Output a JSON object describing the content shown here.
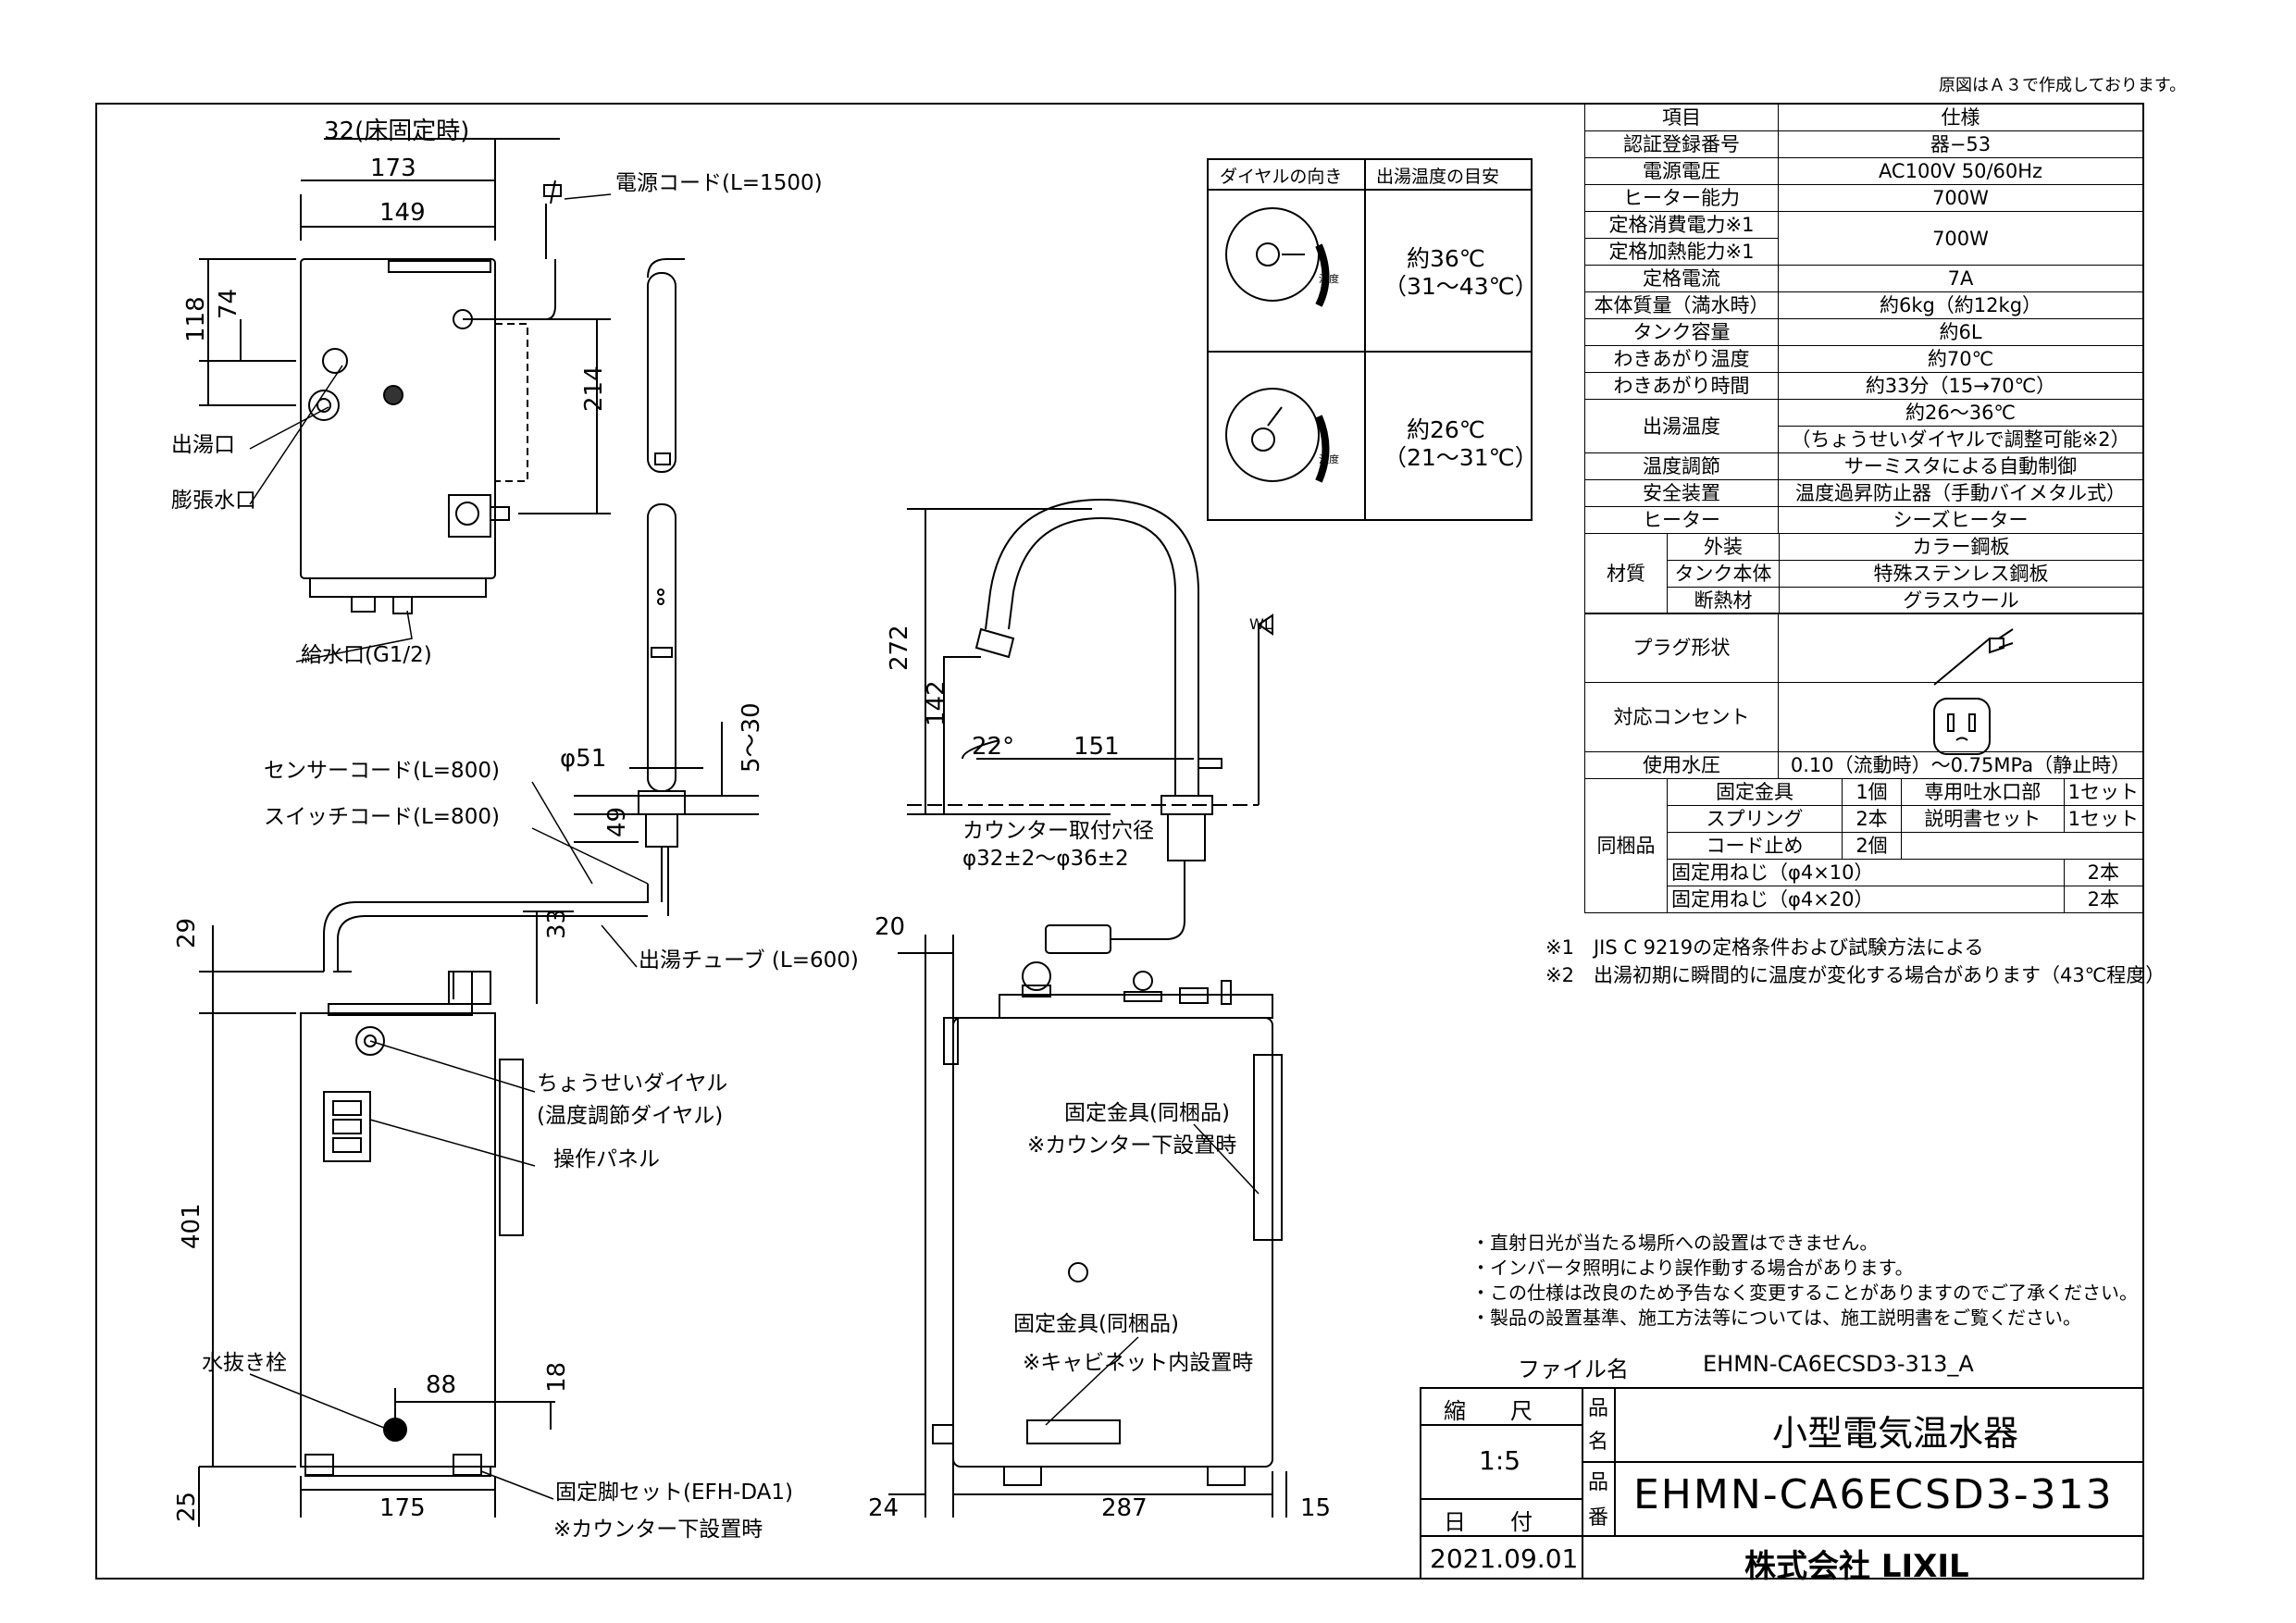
{
  "header_note": "原図はＡ３で作成しております。",
  "spec_table": {
    "header": [
      "項目",
      "仕様"
    ],
    "rows": [
      [
        "認証登録番号",
        "器−53"
      ],
      [
        "電源電圧",
        "AC100V 50/60Hz"
      ],
      [
        "ヒーター能力",
        "700W"
      ],
      [
        "定格消費電力※1",
        "700W"
      ],
      [
        "定格加熱能力※1",
        ""
      ],
      [
        "定格電流",
        "7A"
      ],
      [
        "本体質量（満水時）",
        "約6kg（約12kg）"
      ],
      [
        "タンク容量",
        "約6L"
      ],
      [
        "わきあがり温度",
        "約70℃"
      ],
      [
        "わきあがり時間",
        "約33分（15→70℃）"
      ],
      [
        "出湯温度",
        "約26〜36℃"
      ],
      [
        "",
        "（ちょうせいダイヤルで調整可能※2）"
      ],
      [
        "温度調節",
        "サーミスタによる自動制御"
      ],
      [
        "安全装置",
        "温度過昇防止器（手動バイメタル式）"
      ],
      [
        "ヒーター",
        "シーズヒーター"
      ]
    ],
    "material_label": "材質",
    "material_rows": [
      [
        "外装",
        "カラー鋼板"
      ],
      [
        "タンク本体",
        "特殊ステンレス鋼板"
      ],
      [
        "断熱材",
        "グラスウール"
      ]
    ],
    "plug_label": "プラグ形状",
    "outlet_label": "対応コンセント",
    "pressure_label": "使用水圧",
    "pressure_value": "0.10（流動時）〜0.75MPa（静止時）",
    "bundle_label": "同梱品",
    "bundle_rows": [
      [
        "固定金具",
        "1個",
        "専用吐水口部",
        "1セット"
      ],
      [
        "スプリング",
        "2本",
        "説明書セット",
        "1セット"
      ],
      [
        "コード止め",
        "2個",
        "",
        ""
      ],
      [
        "固定用ねじ（φ4×10）",
        "",
        "",
        "2本"
      ],
      [
        "固定用ねじ（φ4×20）",
        "",
        "",
        "2本"
      ]
    ]
  },
  "notes_star": [
    "※1　JIS C 9219の定格条件および試験方法による",
    "※2　出湯初期に瞬間的に温度が変化する場合があります（43℃程度）"
  ],
  "dial_table": {
    "header": [
      "ダイヤルの向き",
      "出湯温度の目安"
    ],
    "rows": [
      {
        "temp": "約36℃",
        "range": "（31〜43℃）"
      },
      {
        "temp": "約26℃",
        "range": "（21〜31℃）"
      }
    ]
  },
  "notes_bullets": [
    "・直射日光が当たる場所への設置はできません。",
    "・インバータ照明により誤作動する場合があります。",
    "・この仕様は改良のため予告なく変更することがありますのでご了承ください。",
    "・製品の設置基準、施工方法等については、施工説明書をご覧ください。"
  ],
  "title_block": {
    "file_label": "ファイル名",
    "file_name": "EHMN-CA6ECSD3-313_A",
    "scale_label": "縮　　尺",
    "scale_value": "1:5",
    "date_label": "日　　付",
    "date_value": "2021.09.01",
    "name_label_1": "品",
    "name_label_2": "名",
    "number_label_1": "品",
    "number_label_2": "番",
    "product_name": "小型電気温水器",
    "product_number": "EHMN-CA6ECSD3-313",
    "company": "株式会社 LIXIL"
  },
  "dimensions": {
    "d32": "32(床固定時)",
    "d173": "173",
    "d149": "149",
    "d118": "118",
    "d74": "74",
    "d214": "214",
    "d51": "φ51",
    "d530": "5〜30",
    "d49": "49",
    "d29": "29",
    "d33": "33",
    "d401": "401",
    "d88": "88",
    "d18": "18",
    "d175": "175",
    "d25": "25",
    "d272": "272",
    "d142": "142",
    "d22": "22°",
    "d151": "151",
    "d20": "20",
    "d24": "24",
    "d287": "287",
    "d15": "15",
    "wl": "WL"
  },
  "labels": {
    "power_cord": "電源コード(L=1500)",
    "outlet_hot": "出湯口",
    "expansion": "膨張水口",
    "water_inlet": "給水口(G1/2)",
    "sensor_cord": "センサーコード(L=800)",
    "switch_cord": "スイッチコード(L=800)",
    "hot_tube": "出湯チューブ (L=600)",
    "dial_1": "ちょうせいダイヤル",
    "dial_2": "(温度調節ダイヤル)",
    "panel": "操作パネル",
    "drain": "水抜き栓",
    "foot_set": "固定脚セット(EFH-DA1)",
    "counter_under": "※カウンター下設置時",
    "counter_hole_1": "カウンター取付穴径",
    "counter_hole_2": "φ32±2〜φ36±2",
    "bracket_1": "固定金具(同梱品)",
    "bracket_1_note": "※カウンター下設置時",
    "bracket_2": "固定金具(同梱品)",
    "bracket_2_note": "※キャビネット内設置時",
    "ondo": "温度"
  }
}
